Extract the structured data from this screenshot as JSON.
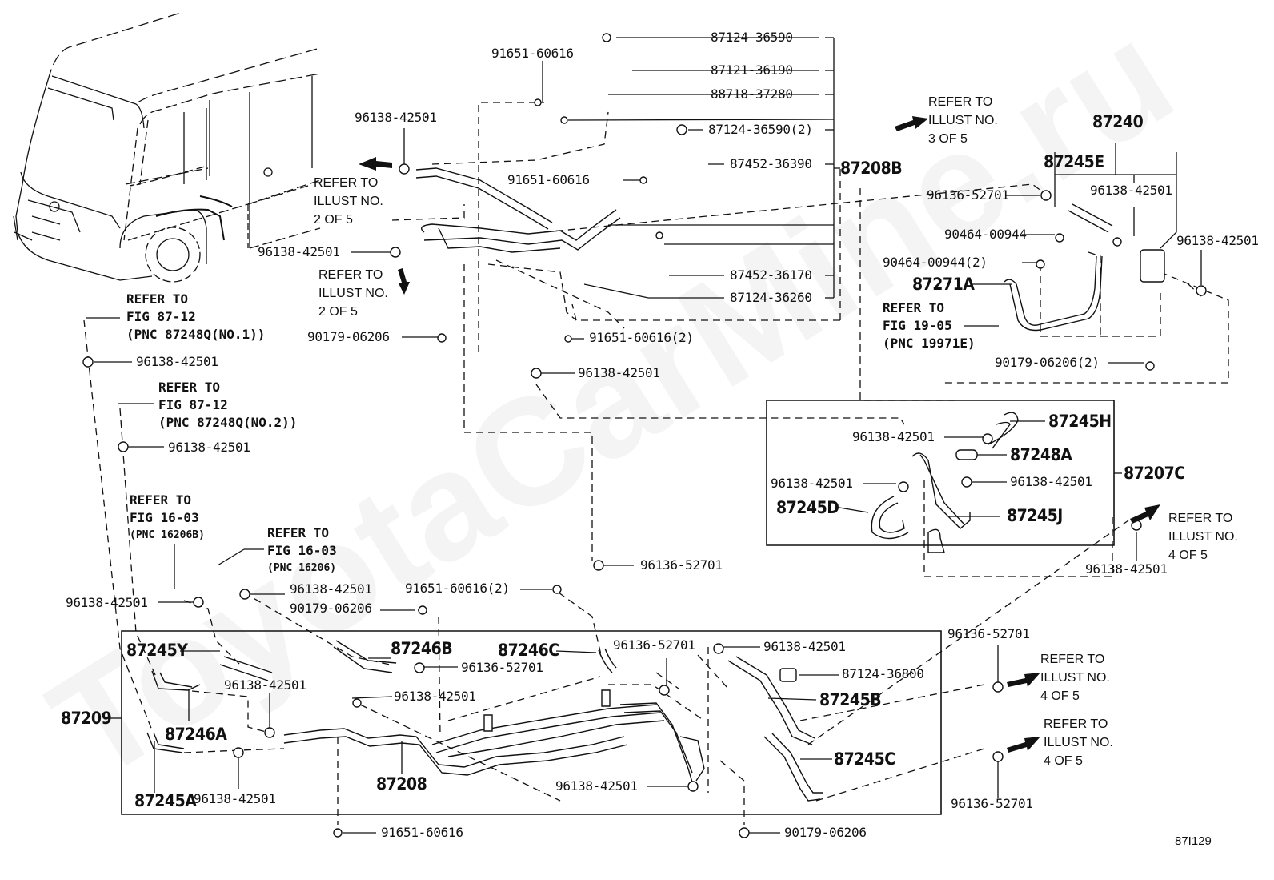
{
  "diagram": {
    "illustration_code": "87I129",
    "watermark": "ToyotaCarMine.ru",
    "assemblies": {
      "main_pipe_assy": "87208B",
      "rear_pipe_assy": "87209",
      "sub_hose_assy": "87207C",
      "valve_assy": "87240",
      "pipe": "87208"
    },
    "top_cluster": {
      "p1": "87124-36590",
      "p2": "87121-36190",
      "p3": "88718-37280",
      "p4": "87124-36590(2)",
      "p5": "87452-36390",
      "p6": "87452-36170",
      "p7": "87124-36260",
      "bolt_a": "91651-60616",
      "bolt_b": "91651-60616",
      "bolt_c": "91651-60616(2)",
      "clamp_a": "96138-42501",
      "clamp_b": "96138-42501",
      "grommet": "90179-06206",
      "clamp_c": "96138-42501"
    },
    "valve_cluster": {
      "hose_e": "87245E",
      "clip_a": "96136-52701",
      "clamp_a": "96138-42501",
      "clamp_b": "96138-42501",
      "clip_b": "90464-00944",
      "clip_c": "90464-00944(2)",
      "hose_271a": "87271A",
      "grommet": "90179-06206(2)"
    },
    "sub_box": {
      "hose_h": "87245H",
      "clamp_a": "96138-42501",
      "joint_248a": "87248A",
      "clamp_b": "96138-42501",
      "clamp_c": "96138-42501",
      "hose_d": "87245D",
      "hose_j": "87245J",
      "clamp_out": "96138-42501"
    },
    "left_column": {
      "clamp_a": "96138-42501",
      "clamp_b": "96138-42501",
      "clamp_c": "96138-42501",
      "clamp_d": "96138-42501"
    },
    "middle": {
      "clip_a": "96136-52701",
      "bolt_a": "91651-60616(2)",
      "grommet": "90179-06206"
    },
    "bottom_box": {
      "hose_y": "87245Y",
      "hose_246b": "87246B",
      "hose_246c": "87246C",
      "clip_a": "96136-52701",
      "clip_b": "96136-52701",
      "clamp_a": "96138-42501",
      "clamp_b": "96138-42501",
      "clamp_c": "96138-42501",
      "hose_246a": "87246A",
      "hose_245a": "87245A",
      "clamp_d": "96138-42501",
      "clamp_e": "96138-42501",
      "clamp_f": "96138-42501",
      "bracket": "87124-36800",
      "hose_b": "87245B",
      "hose_c": "87245C",
      "bolt": "91651-60616",
      "grommet": "90179-06206"
    },
    "right_outside": {
      "clip_top": "96136-52701",
      "clip_bottom": "96136-52701"
    },
    "references": {
      "illust_3": "REFER TO\nILLUST NO.\n3 OF 5",
      "illust_2a": "REFER TO\nILLUST NO.\n2 OF 5",
      "illust_2b": "REFER TO\nILLUST NO.\n2 OF 5",
      "illust_4a": "REFER TO\nILLUST NO.\n4 OF 5",
      "illust_4b": "REFER TO\nILLUST NO.\n4 OF 5",
      "illust_4c": "REFER TO\nILLUST NO.\n4 OF 5",
      "fig_87_12_no1": {
        "l1": "REFER TO",
        "l2": "FIG 87-12",
        "l3": "(PNC 87248Q(NO.1))"
      },
      "fig_87_12_no2": {
        "l1": "REFER TO",
        "l2": "FIG 87-12",
        "l3": "(PNC 87248Q(NO.2))"
      },
      "fig_16_03_b": {
        "l1": "REFER TO",
        "l2": "FIG 16-03",
        "l3": "(PNC 16206B)"
      },
      "fig_16_03": {
        "l1": "REFER TO",
        "l2": "FIG 16-03",
        "l3": "(PNC 16206)"
      },
      "fig_19_05": {
        "l1": "REFER TO",
        "l2": "FIG 19-05",
        "l3": "(PNC 19971E)"
      }
    }
  }
}
